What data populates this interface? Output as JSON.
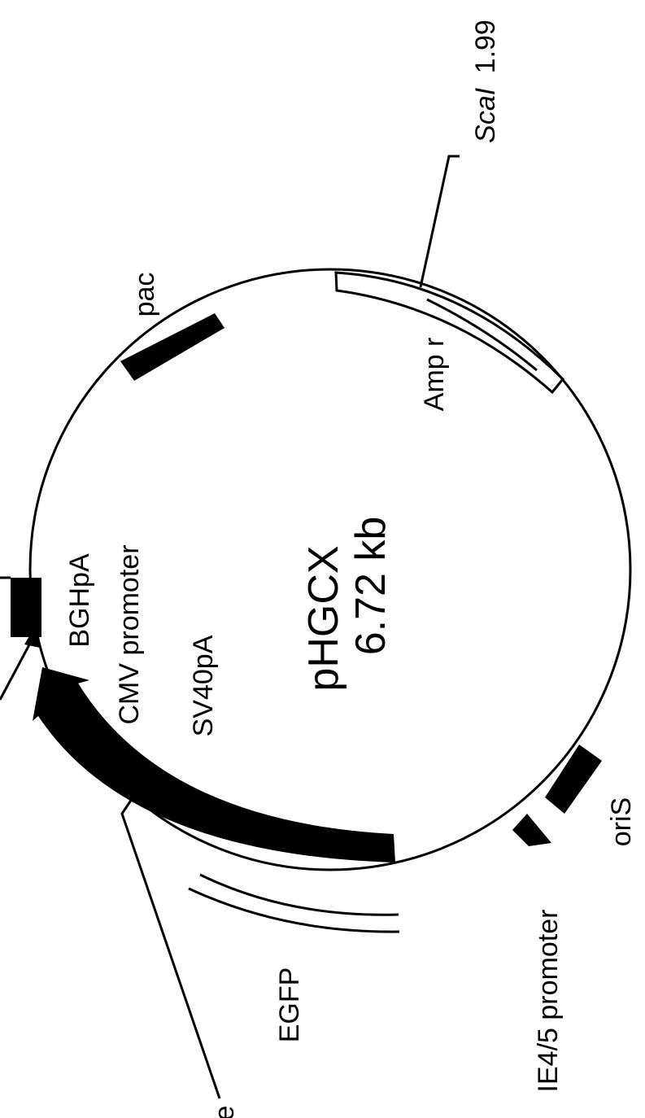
{
  "plasmid": {
    "name": "pHGCX",
    "size": "6.72 kb"
  },
  "features": {
    "pac": "pac",
    "amp": "Amp r",
    "bghpa": "BGHpA",
    "cmv": "CMV promoter",
    "sv40pa": "SV40pA",
    "egfp": "EGFP",
    "ie45": "IE4/5 promoter",
    "oris": "oriS"
  },
  "sites": {
    "scai_name": "ScaI",
    "scai_pos": "1.99",
    "partial_left_bottom": "e"
  },
  "colors": {
    "ink": "#000000",
    "paper": "#ffffff"
  }
}
